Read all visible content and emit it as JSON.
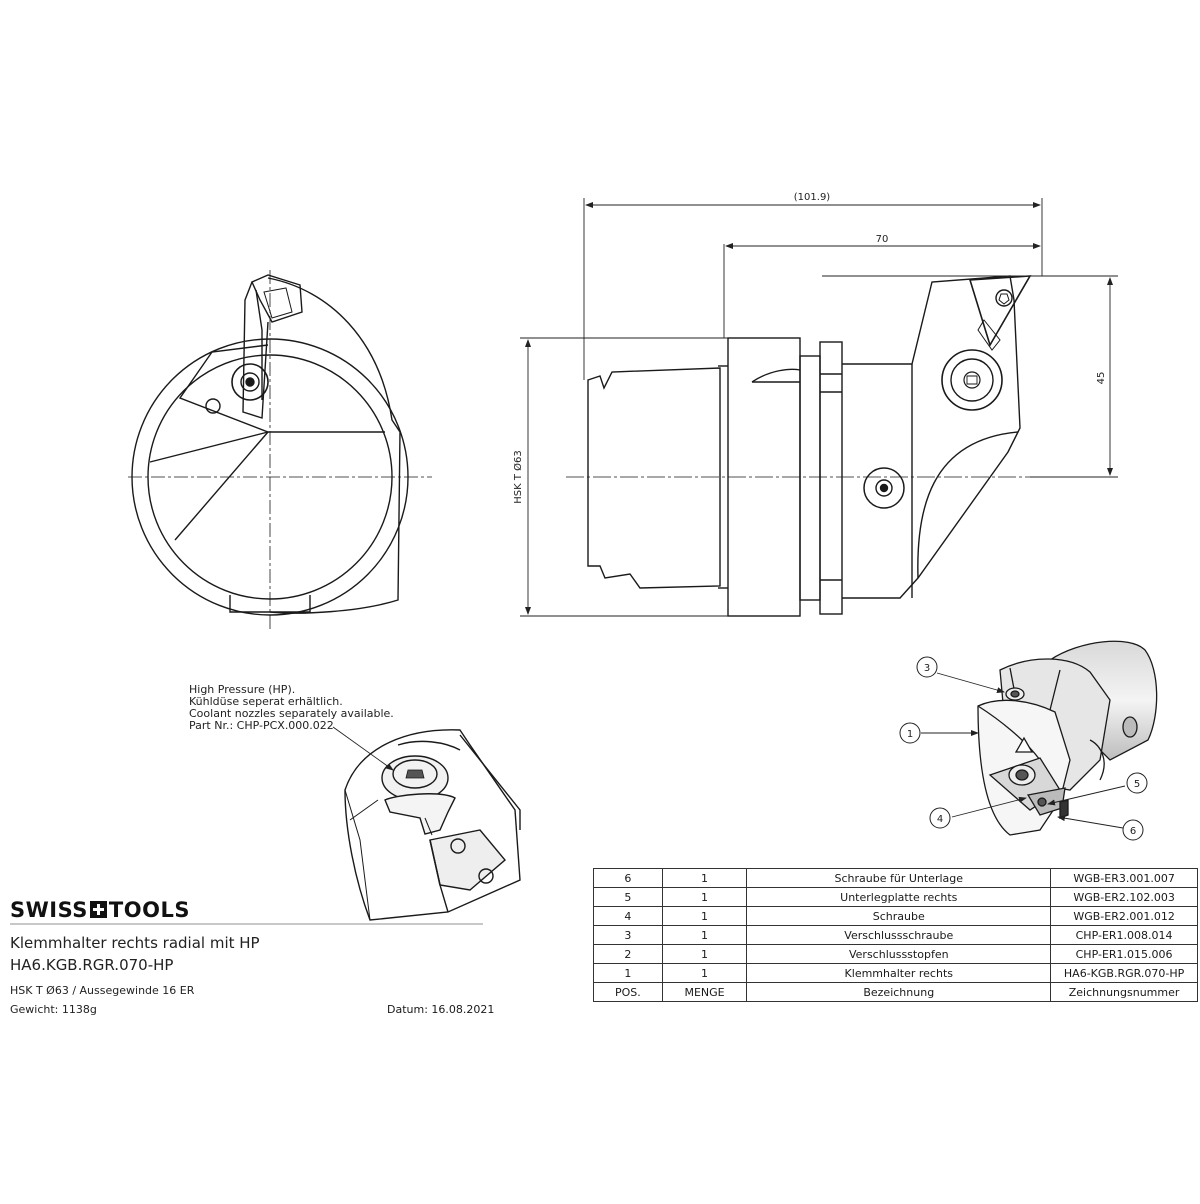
{
  "dimensions": {
    "overall_length": "(101.9)",
    "body_length": "70",
    "cut_height": "45",
    "interface": "HSK T Ø63"
  },
  "hp_note": {
    "lines": [
      "High Pressure (HP).",
      "Kühldüse seperat erhältlich.",
      "Coolant nozzles separately available.",
      "Part Nr.: CHP-PCX.000.022"
    ]
  },
  "callouts": [
    "1",
    "3",
    "4",
    "5",
    "6"
  ],
  "title_block": {
    "brand_left": "SWISS",
    "brand_right": "TOOLS",
    "title": "Klemmhalter rechts radial mit HP",
    "part_number": "HA6.KGB.RGR.070-HP",
    "spec": "HSK T Ø63 / Aussegewinde 16 ER",
    "weight": "Gewicht: 1138g",
    "date": "Datum: 16.08.2021"
  },
  "bom": {
    "headers": [
      "POS.",
      "MENGE",
      "Bezeichnung",
      "Zeichnungsnummer"
    ],
    "rows": [
      [
        "6",
        "1",
        "Schraube für Unterlage",
        "WGB-ER3.001.007"
      ],
      [
        "5",
        "1",
        "Unterlegplatte rechts",
        "WGB-ER2.102.003"
      ],
      [
        "4",
        "1",
        "Schraube",
        "WGB-ER2.001.012"
      ],
      [
        "3",
        "1",
        "Verschlussschraube",
        "CHP-ER1.008.014"
      ],
      [
        "2",
        "1",
        "Verschlussstopfen",
        "CHP-ER1.015.006"
      ],
      [
        "1",
        "1",
        "Klemmhalter rechts",
        "HA6-KGB.RGR.070-HP"
      ]
    ]
  },
  "colors": {
    "line": "#1a1a1a",
    "shade": "#888888"
  }
}
